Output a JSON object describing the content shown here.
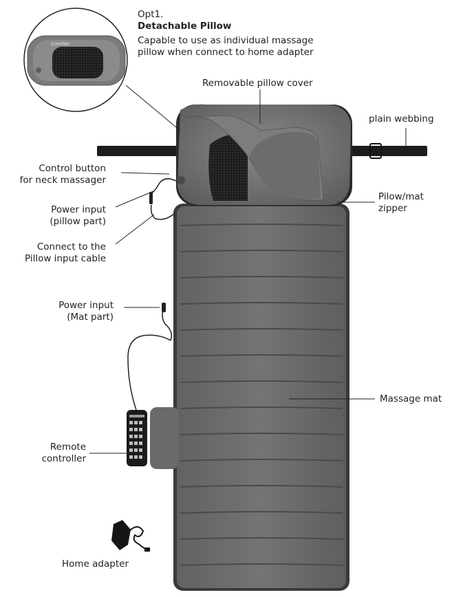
{
  "option": {
    "tag": "Opt1.",
    "title": "Detachable Pillow",
    "desc_line1": "Capable to use as individual massage",
    "desc_line2": "pillow when connect to home adapter"
  },
  "labels": {
    "pillow_cover": "Removable pillow cover",
    "webbing": "plain webbing",
    "control_button_1": "Control button",
    "control_button_2": "for neck massager",
    "power_pillow_1": "Power input",
    "power_pillow_2": "(pillow part)",
    "connect_1": "Connect to the",
    "connect_2": "Pillow input cable",
    "zipper_1": "Pilow/mat",
    "zipper_2": "zipper",
    "power_mat_1": "Power input",
    "power_mat_2": "(Mat part)",
    "massage_mat": "Massage mat",
    "remote_1": "Remote",
    "remote_2": "controller",
    "adapter": "Home adapter"
  },
  "logo_text": "Comfier",
  "colors": {
    "mat": "#6e6e6e",
    "mat_edge": "#3a3a3a",
    "pillow": "#727272",
    "webbing": "#1c1c1c",
    "line": "#333333"
  }
}
